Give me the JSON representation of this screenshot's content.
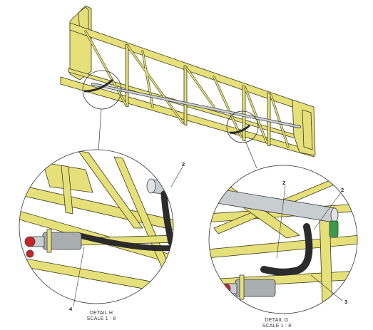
{
  "drawing": {
    "colors": {
      "frame_yellow": "#e6e07a",
      "frame_dark": "#b9b24a",
      "outline": "#3a3a1a",
      "hose": "#2b2b2b",
      "pipe": "#c8cdd0",
      "valve_red": "#c8242a",
      "clamp_green": "#3c9a4a",
      "leader": "#333333"
    },
    "details": [
      {
        "id": "H",
        "title": "DETAIL H",
        "scale": "SCALE 1 : 8"
      },
      {
        "id": "G",
        "title": "DETAIL G",
        "scale": "SCALE 1 : 8"
      }
    ],
    "callouts": {
      "h_top": "2",
      "h_bottom": "4",
      "g_top_left": "2",
      "g_top_right": "2",
      "g_bottom": "3"
    }
  }
}
